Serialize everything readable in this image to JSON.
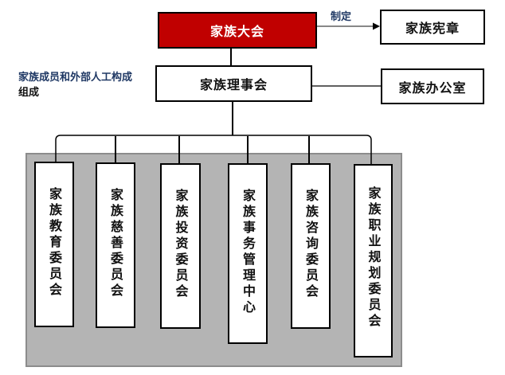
{
  "top": {
    "assembly": "家族大会",
    "charter": "家族宪章",
    "arrow_label": "制定",
    "council": "家族理事会",
    "office": "家族办公室",
    "council_note_line1": "家族成员和外部人工构成",
    "council_note_line2": "组成"
  },
  "colors": {
    "assembly_fill": "#C00000",
    "panel_fill": "#B4B4B4",
    "note_text": "#1F3864"
  },
  "committees": [
    {
      "label": "家族教育委员会"
    },
    {
      "label": "家族慈善委员会"
    },
    {
      "label": "家族投资委员会"
    },
    {
      "label": "家族事务管理中心"
    },
    {
      "label": "家族咨询委员会"
    },
    {
      "label": "家族职业规划委员会"
    }
  ]
}
